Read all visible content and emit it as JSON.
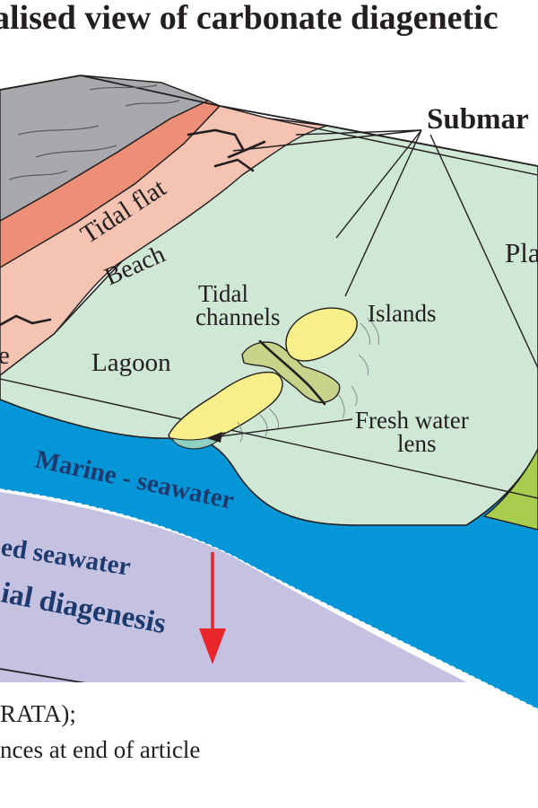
{
  "title": "alised view of carbonate diagenetic",
  "labels": {
    "submarine": "Submar",
    "tidal_flat": "Tidal flat",
    "beach": "Beach",
    "tidal_channels_line1": "Tidal",
    "tidal_channels_line2": "channels",
    "islands": "Islands",
    "lagoon": "Lagoon",
    "platform": "Pla",
    "fresh_water_lens_line1": "Fresh water",
    "fresh_water_lens_line2": "lens",
    "e_fragment": "e",
    "marine_seawater": "Marine - seawater",
    "modified_seawater": "ed seawater",
    "burial_diagenesis": "ial diagenesis"
  },
  "footnotes": {
    "line1": "RATA);",
    "line2": "nces at end of article"
  },
  "colors": {
    "lagoon": "#cfe7d5",
    "tidal_flat": "#f4c3b2",
    "supratidal": "#ec8f76",
    "hinterland": "#a7a9ac",
    "marine_water": "#0596d8",
    "burial_zone": "#c5c1e1",
    "islands": "#f7ef8a",
    "tidal_channels": "#c8d38a",
    "platform": "#a7cc4e",
    "arrow": "#e8262b"
  }
}
